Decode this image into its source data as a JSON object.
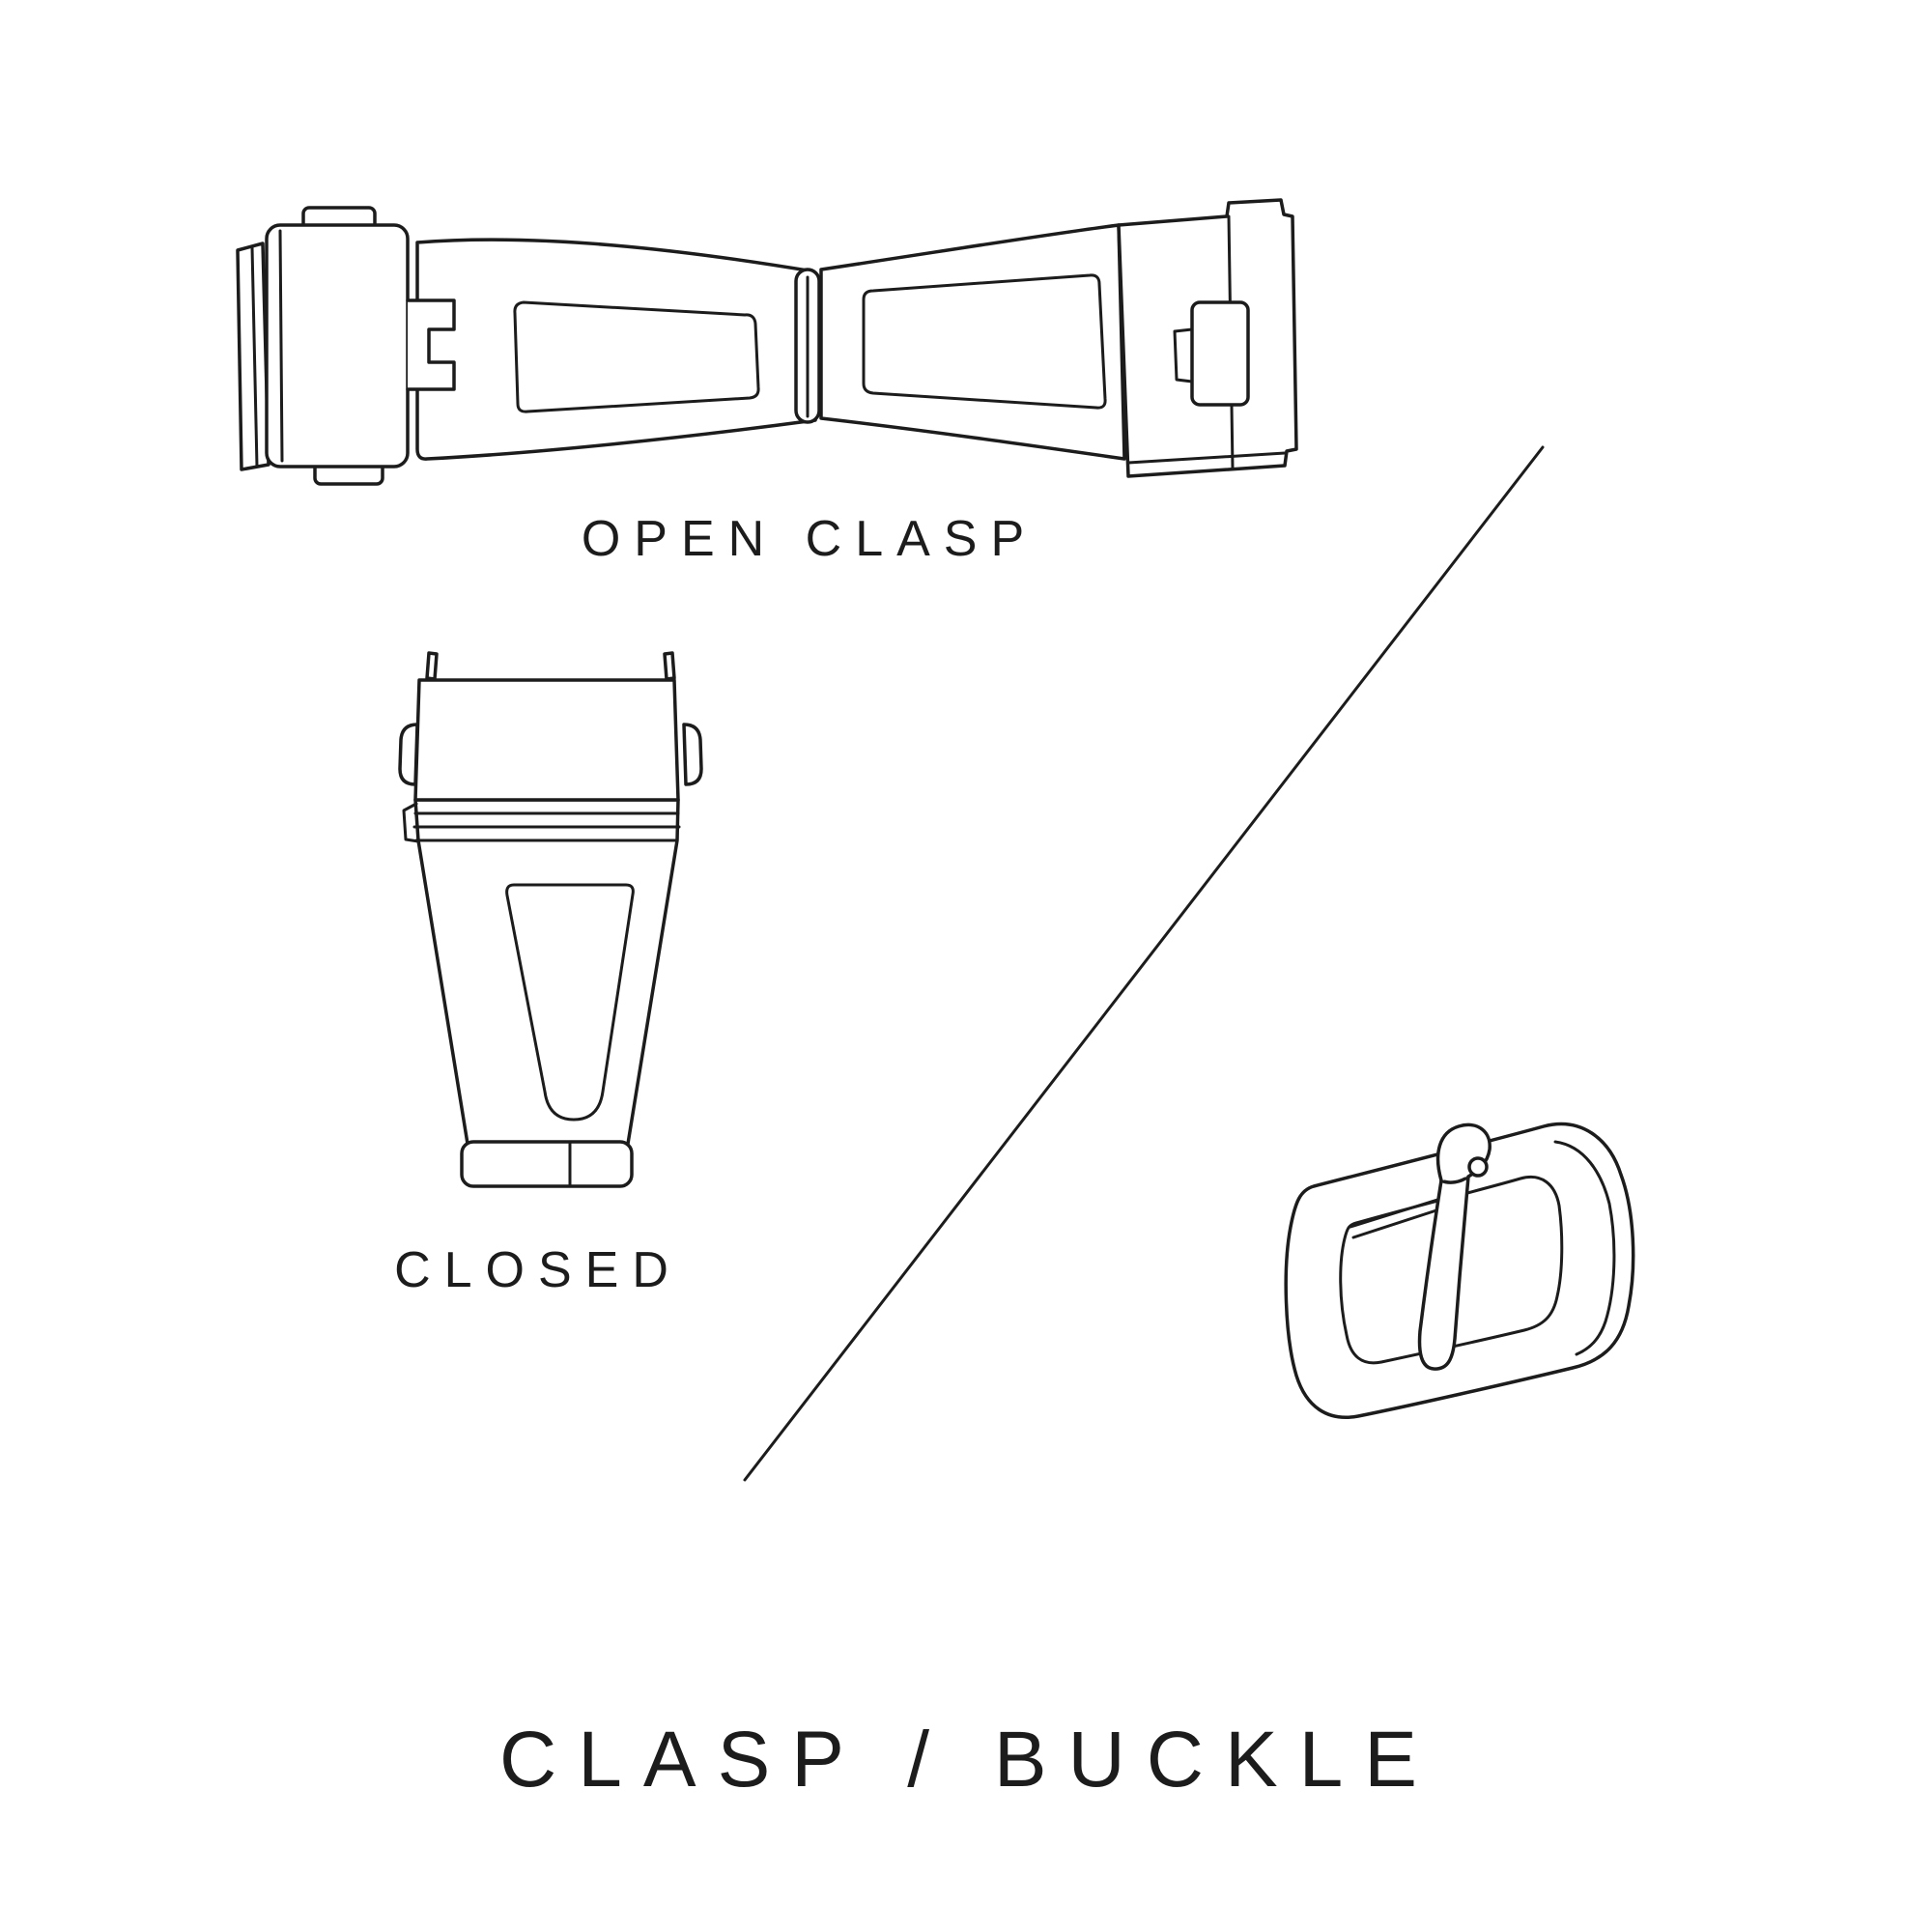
{
  "title": {
    "text": "CLASP / BUCKLE"
  },
  "figures": {
    "open_clasp": {
      "label": "OPEN CLASP",
      "icon": "open-clasp-illustration"
    },
    "closed_clasp": {
      "label": "CLOSED",
      "icon": "closed-clasp-illustration"
    },
    "buckle": {
      "icon": "pin-buckle-illustration"
    }
  },
  "colors": {
    "ink": "#1c1c1c",
    "background": "#ffffff"
  }
}
